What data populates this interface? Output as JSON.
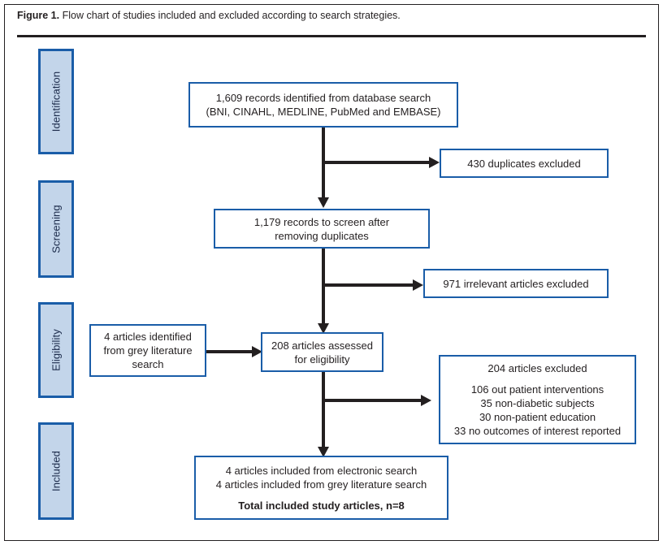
{
  "figure": {
    "label": "Figure 1.",
    "caption": "Flow chart of studies included and excluded according to search strategies."
  },
  "colors": {
    "box_border": "#1a5da8",
    "stage_fill": "#c3d5ea",
    "stage_border": "#1a5da8",
    "connector": "#231f20",
    "text": "#231f20",
    "page_background": "#ffffff"
  },
  "stages": [
    {
      "name": "identification",
      "label": "Identification"
    },
    {
      "name": "screening",
      "label": "Screening"
    },
    {
      "name": "eligibility",
      "label": "Eligibility"
    },
    {
      "name": "included",
      "label": "Included"
    }
  ],
  "chart_data": {
    "type": "diagram",
    "title": "Flow chart of studies included and excluded according to search strategies.",
    "nodes": [
      {
        "id": "records-identified",
        "stage": "identification",
        "lines": [
          "1,609 records identified from database search",
          "(BNI, CINAHL, MEDLINE, PubMed and EMBASE)"
        ],
        "value": 1609
      },
      {
        "id": "duplicates-excluded",
        "stage": "identification",
        "lines": [
          "430 duplicates excluded"
        ],
        "value": 430
      },
      {
        "id": "records-to-screen",
        "stage": "screening",
        "lines": [
          "1,179 records to screen after",
          "removing duplicates"
        ],
        "value": 1179
      },
      {
        "id": "irrelevant-excluded",
        "stage": "screening",
        "lines": [
          "971 irrelevant articles excluded"
        ],
        "value": 971
      },
      {
        "id": "grey-literature",
        "stage": "eligibility",
        "lines": [
          "4 articles identified",
          "from grey literature",
          "search"
        ],
        "value": 4
      },
      {
        "id": "articles-assessed",
        "stage": "eligibility",
        "lines": [
          "208 articles assessed",
          "for eligibility"
        ],
        "value": 208
      },
      {
        "id": "articles-excluded",
        "stage": "eligibility",
        "heading": "204 articles excluded",
        "lines": [
          "106 out patient interventions",
          "35 non-diabetic subjects",
          "30 non-patient education",
          "33 no outcomes of interest reported"
        ],
        "value": 204,
        "breakdown": [
          {
            "reason": "out patient interventions",
            "count": 106
          },
          {
            "reason": "non-diabetic subjects",
            "count": 35
          },
          {
            "reason": "non-patient education",
            "count": 30
          },
          {
            "reason": "no outcomes of interest reported",
            "count": 33
          }
        ]
      },
      {
        "id": "articles-included",
        "stage": "included",
        "lines": [
          "4 articles included from electronic search",
          "4 articles included from grey literature search"
        ],
        "total_line": "Total included study articles, n=8",
        "value": 8
      }
    ]
  }
}
